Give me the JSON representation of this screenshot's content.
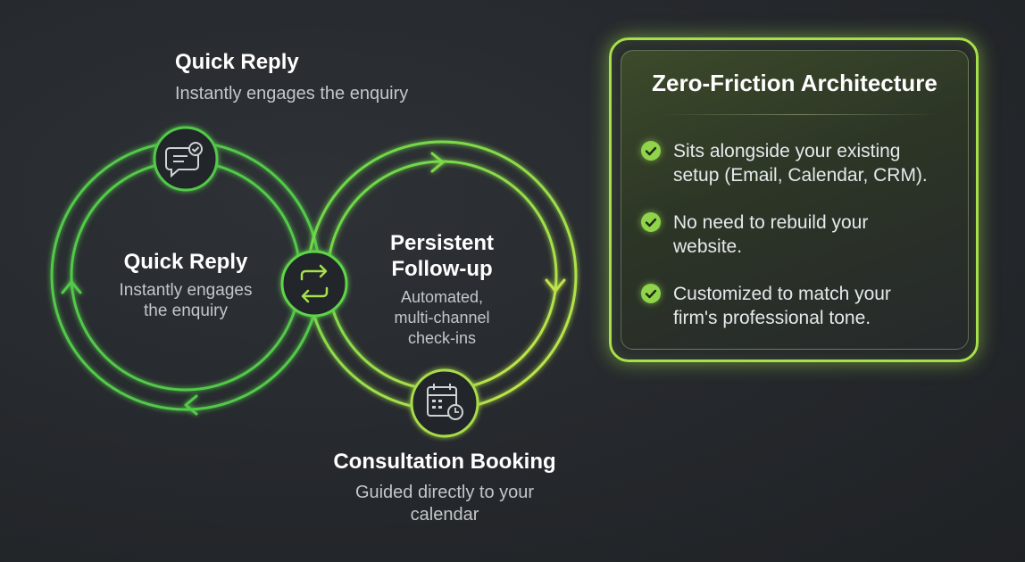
{
  "top_step": {
    "title": "Quick Reply",
    "subtitle": "Instantly engages the enquiry"
  },
  "left_loop": {
    "title": "Quick Reply",
    "subtitle_line1": "Instantly engages",
    "subtitle_line2": "the enquiry"
  },
  "right_loop": {
    "title_line1": "Persistent",
    "title_line2": "Follow-up",
    "subtitle_line1": "Automated,",
    "subtitle_line2": "multi-channel",
    "subtitle_line3": "check-ins"
  },
  "bottom_step": {
    "title": "Consultation Booking",
    "subtitle_line1": "Guided directly to your",
    "subtitle_line2": "calendar"
  },
  "icons": {
    "top": "chat-check-icon",
    "center": "sync-arrows-icon",
    "bottom": "calendar-clock-icon"
  },
  "panel": {
    "title": "Zero-Friction Architecture",
    "features": [
      {
        "line1": "Sits alongside your existing",
        "line2": "setup (Email, Calendar, CRM)."
      },
      {
        "line1": "No need to rebuild your",
        "line2": "website."
      },
      {
        "line1": "Customized to match your",
        "line2": "firm's professional tone."
      }
    ]
  },
  "colors": {
    "accent": "#a6e04a",
    "green": "#5fd44a",
    "check": "#8fd44a",
    "background": "#25282c"
  }
}
